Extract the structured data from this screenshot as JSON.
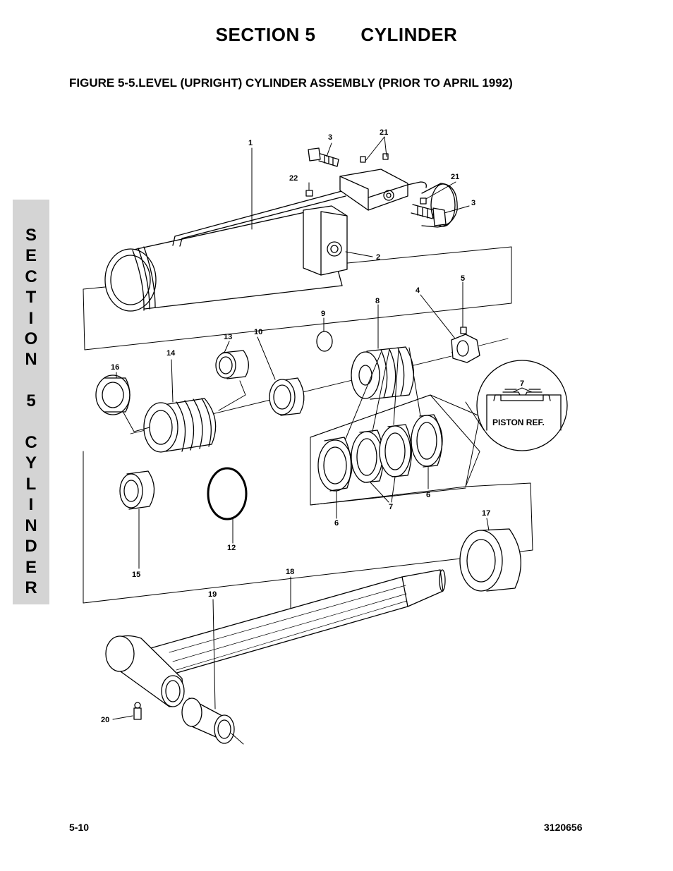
{
  "header": {
    "section_label": "SECTION 5",
    "section_name": "CYLINDER",
    "figure_title": "FIGURE 5-5.LEVEL (UPRIGHT) CYLINDER ASSEMBLY (PRIOR TO APRIL 1992)"
  },
  "side_tab": {
    "letters": [
      "S",
      "E",
      "C",
      "T",
      "I",
      "O",
      "N",
      " ",
      "5",
      " ",
      "C",
      "Y",
      "L",
      "I",
      "N",
      "D",
      "E",
      "R"
    ]
  },
  "callouts": {
    "c1": "1",
    "c2": "2",
    "c3a": "3",
    "c3b": "3",
    "c4": "4",
    "c5": "5",
    "c6a": "6",
    "c6b": "6",
    "c7a": "7",
    "c7b": "7",
    "c8": "8",
    "c9": "9",
    "c10": "10",
    "c12": "12",
    "c13": "13",
    "c14": "14",
    "c15": "15",
    "c16": "16",
    "c17": "17",
    "c18": "18",
    "c19": "19",
    "c20": "20",
    "c21a": "21",
    "c21b": "21",
    "c22": "22"
  },
  "piston_ref_label": "PISTON REF.",
  "footer": {
    "page_number": "5-10",
    "document_number": "3120656"
  }
}
